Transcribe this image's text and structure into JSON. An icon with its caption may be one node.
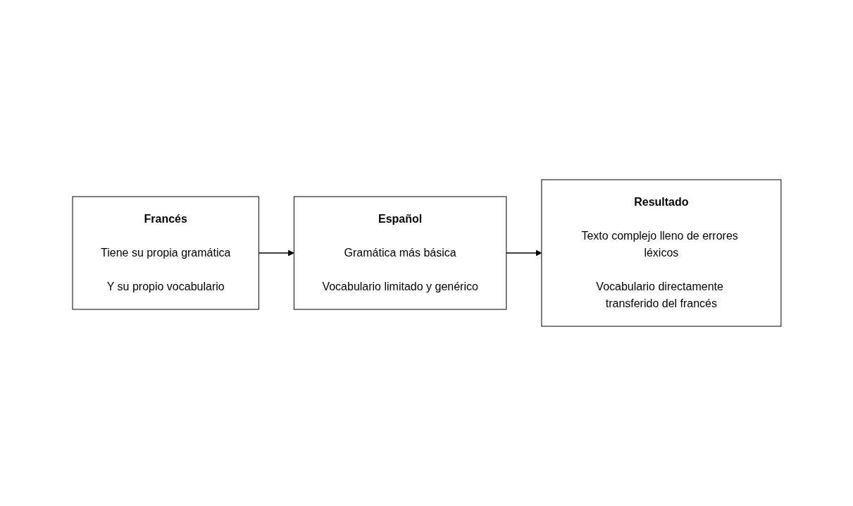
{
  "diagram": {
    "nodes": [
      {
        "text": [
          "Francés",
          "Tiene su propia gramática",
          "Y su propio vocabulario"
        ]
      },
      {
        "text": [
          "Español",
          "Gramática más básica",
          "Vocabulario limitado y genérico"
        ]
      },
      {
        "text": [
          "Resultado",
          "Texto complejo lleno de errores léxicos",
          "Vocabulario directamente transferido del francés"
        ]
      }
    ],
    "edges": [
      {
        "from": 0,
        "to": 1,
        "arrow": "to"
      },
      {
        "from": 1,
        "to": 2,
        "arrow": "to"
      }
    ]
  }
}
